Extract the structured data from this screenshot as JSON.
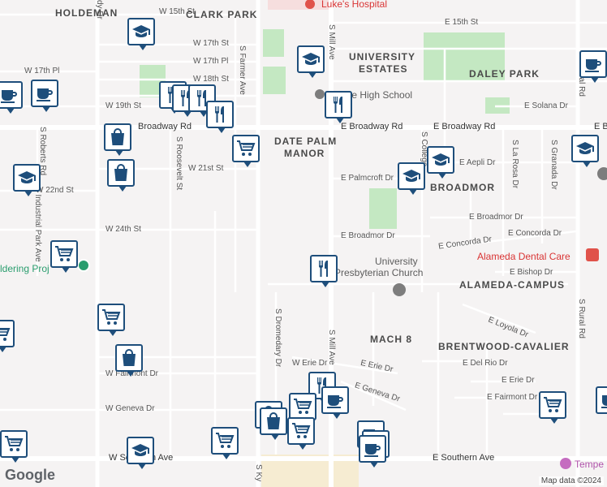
{
  "neighborhoods": {
    "clark_park": "CLARK PARK",
    "holdeman": "HOLDEMAN",
    "university_estates": "UNIVERSITY\nESTATES",
    "university_estates_1": "UNIVERSITY",
    "university_estates_2": "ESTATES",
    "daley_park": "DALEY PARK",
    "date_palm_manor_1": "DATE PALM",
    "date_palm_manor_2": "MANOR",
    "broadmor": "BROADMOR",
    "alameda_campus": "ALAMEDA-CAMPUS",
    "mach_8": "MACH 8",
    "brentwood_cavalier": "BRENTWOOD-CAVALIER"
  },
  "streets": {
    "w_15th": "W 15th St",
    "e_15th": "E 15th St",
    "w_17th": "W 17th St",
    "w_17th_pl": "W 17th Pl",
    "w_17th_pl_left": "W 17th Pl",
    "w_18th": "W 18th St",
    "w_19th": "W 19th St",
    "broadway_w": "W Broadway Rd",
    "broadway_w_short": "Broadway Rd",
    "broadway_e": "E Broadway Rd",
    "broadway_e2": "E Broadway Rd",
    "broadway_e3": "E B",
    "w_21st": "W 21st St",
    "w_22nd": "W 22nd St",
    "w_24th": "W 24th St",
    "e_palmcroft": "E Palmcroft Dr",
    "e_aepli": "E Aepli Dr",
    "e_broadmor": "E Broadmor Dr",
    "e_broadmor2": "E Broadmor Dr",
    "e_concorda": "E Concorda Dr",
    "e_concorda2": "E Concorda Dr",
    "e_bishop": "E Bishop Dr",
    "e_loyola": "E Loyola Dr",
    "e_del_rio": "E Del Rio Dr",
    "e_erie": "E Erie Dr",
    "w_erie": "W Erie Dr",
    "e_erie2": "E Erie Dr",
    "e_fairmont": "E Fairmont Dr",
    "w_fairmont": "W Fairmont Dr",
    "w_geneva": "W Geneva Dr",
    "e_geneva": "E Geneva Dr",
    "w_southern": "W Southern Ave",
    "e_southern": "E Southern Ave",
    "e_solana": "E Solana Dr",
    "s_mill": "S Mill Ave",
    "s_mill2": "S Mill Ave",
    "s_farmer": "S Farmer Ave",
    "s_roosevelt": "S Roosevelt St",
    "s_roberts": "S Roberts Rd",
    "s_industrial": "S Industrial Park Ave",
    "s_dromedary": "S Dromedary Dr",
    "s_college": "S College",
    "s_la_rosa": "S La Rosa Dr",
    "s_granada": "S Granada Dr",
    "s_rural": "S Rural Rd",
    "s_rural2": "S Rural Rd",
    "s_kyrene": "S Ky",
    "ky_dr": "dy Dr"
  },
  "pois": {
    "st_lukes": "Luke's Hospital",
    "tempe_high": "Tempe High School",
    "univ_presby_1": "University",
    "univ_presby_2": "Presbyterian Church",
    "alameda_dental": "Alameda Dental Care",
    "soldering": "ldering Proj",
    "tempe": "Tempe"
  },
  "attribution": {
    "google": "Google",
    "map_data": "Map data ©2024"
  },
  "colors": {
    "background": "#f5f3f3",
    "road": "#ffffff",
    "park": "#c4e8c2",
    "marker_border": "#1e4e7b",
    "marker_icon": "#1e4e7b",
    "hospital": "#d93434",
    "commercial": "#f6ecd2"
  },
  "markers": [
    {
      "type": "school-icon"
    },
    {
      "type": "school-icon"
    },
    {
      "type": "cafe-icon"
    },
    {
      "type": "cafe-icon"
    },
    {
      "type": "cafe-icon"
    },
    {
      "type": "restaurant-icon"
    },
    {
      "type": "restaurant-icon"
    },
    {
      "type": "restaurant-icon"
    },
    {
      "type": "shopping-bag-icon"
    },
    {
      "type": "shopping-bag-icon"
    },
    {
      "type": "shopping-cart-icon"
    },
    {
      "type": "school-icon"
    },
    {
      "type": "restaurant-icon"
    },
    {
      "type": "school-icon"
    },
    {
      "type": "school-icon"
    },
    {
      "type": "shopping-cart-icon"
    },
    {
      "type": "shopping-cart-icon"
    },
    {
      "type": "shopping-bag-icon"
    },
    {
      "type": "restaurant-icon"
    },
    {
      "type": "shopping-cart-icon"
    },
    {
      "type": "restaurant-icon"
    },
    {
      "type": "cafe-icon"
    },
    {
      "type": "shopping-cart-icon"
    },
    {
      "type": "shopping-bag-icon"
    },
    {
      "type": "shopping-bag-icon"
    },
    {
      "type": "shopping-cart-icon"
    },
    {
      "type": "school-icon"
    },
    {
      "type": "shopping-cart-icon"
    },
    {
      "type": "cafe-icon"
    },
    {
      "type": "cafe-icon"
    },
    {
      "type": "cafe-icon"
    },
    {
      "type": "shopping-cart-icon"
    },
    {
      "type": "school-icon"
    },
    {
      "type": "restaurant-icon"
    },
    {
      "type": "cafe-icon"
    },
    {
      "type": "shopping-cart-icon"
    }
  ]
}
